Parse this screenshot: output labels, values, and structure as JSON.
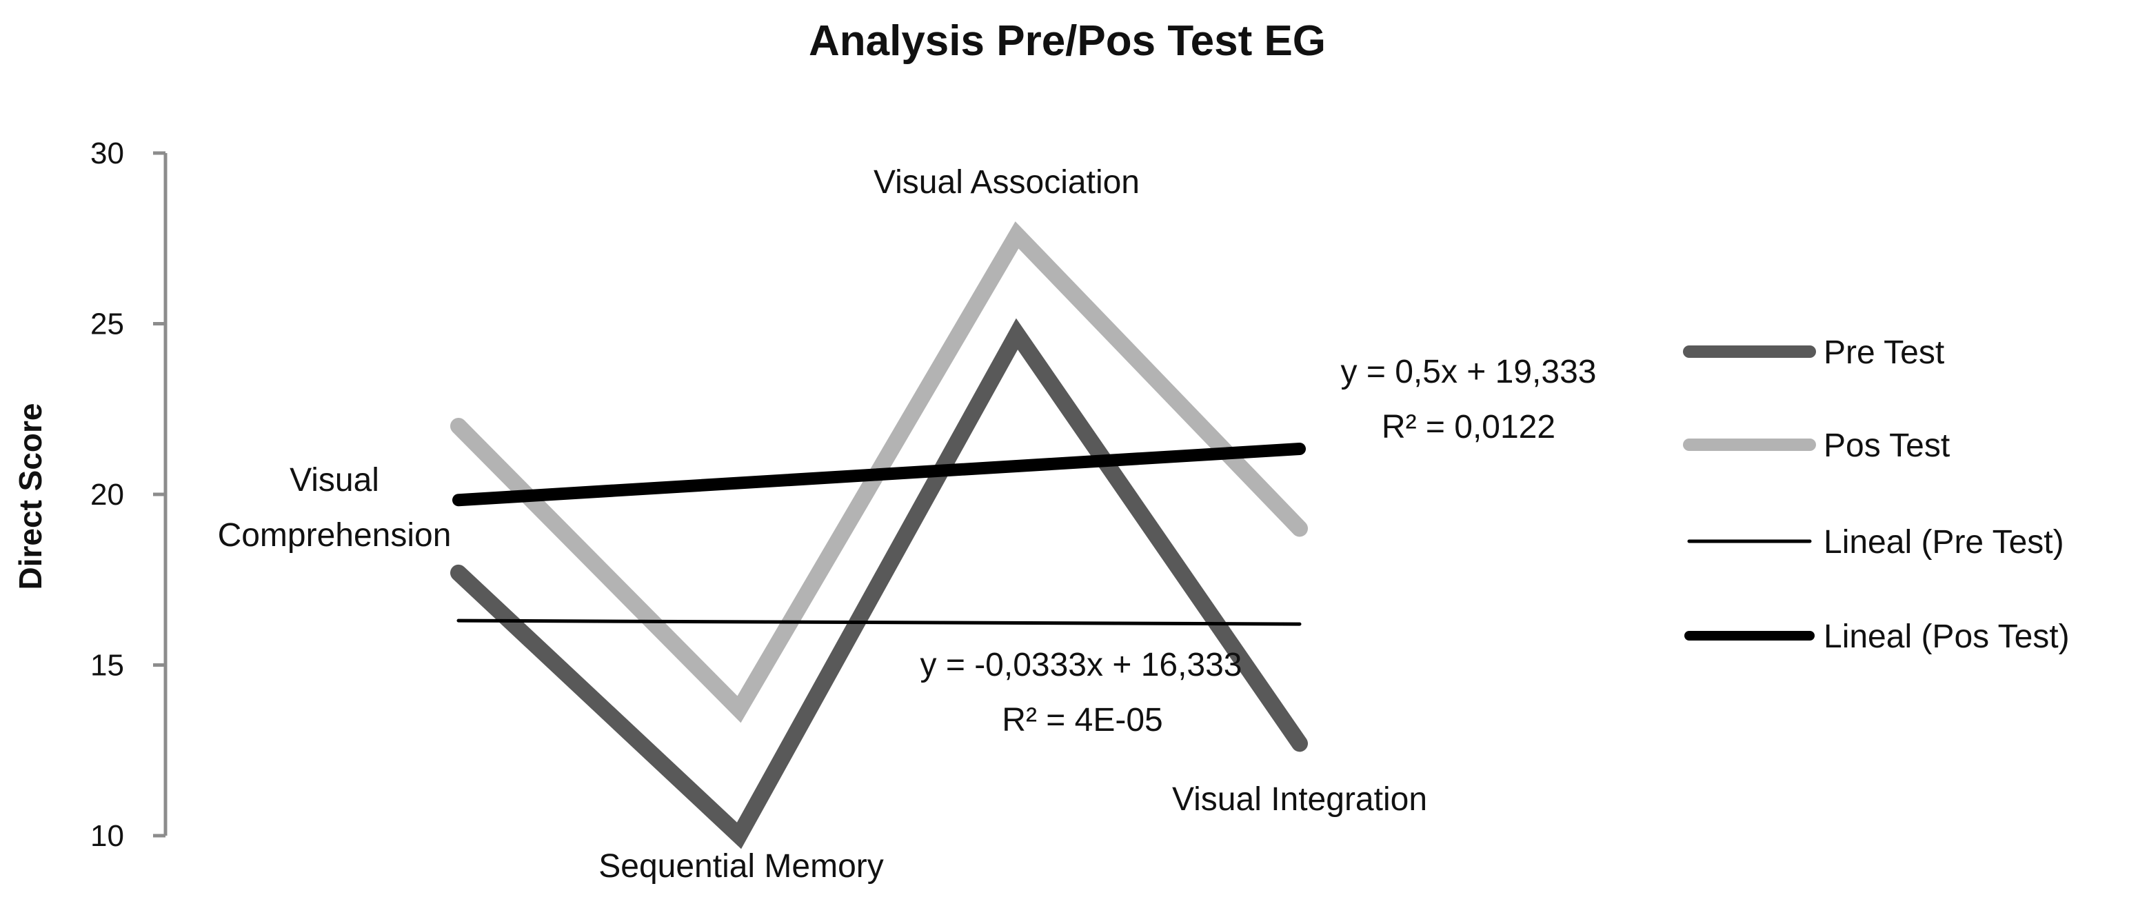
{
  "chart_data": {
    "type": "line",
    "title": "Analysis  Pre/Pos Test EG",
    "xlabel": "",
    "ylabel": "Direct Score",
    "ylim": [
      10,
      30
    ],
    "yticks": [
      10,
      15,
      20,
      25,
      30
    ],
    "grid": false,
    "legend_position": "right",
    "categories": [
      "Visual Comprehension",
      "Sequential Memory",
      "Visual Association",
      "Visual Integration"
    ],
    "category_label_lines": [
      [
        "Visual",
        "Comprehension"
      ],
      [
        "Sequential Memory"
      ],
      [
        "Visual Association"
      ],
      [
        "Visual Integration"
      ]
    ],
    "series": [
      {
        "name": "Pre Test",
        "values": [
          17.7,
          10.0,
          24.7,
          12.7
        ],
        "color": "#595959",
        "style": "thick"
      },
      {
        "name": "Pos Test",
        "values": [
          22.0,
          13.7,
          27.6,
          19.0
        ],
        "color": "#b3b3b3",
        "style": "thick"
      }
    ],
    "trendlines": [
      {
        "name": "Lineal (Pre Test)",
        "slope": -0.0333,
        "intercept": 16.333,
        "equation": "y = -0,0333x + 16,333",
        "r2": "R² = 4E-05",
        "color": "#000000",
        "style": "thin"
      },
      {
        "name": "Lineal (Pos Test)",
        "slope": 0.5,
        "intercept": 19.333,
        "equation": "y = 0,5x + 19,333",
        "r2": "R² = 0,0122",
        "color": "#000000",
        "style": "thick"
      }
    ],
    "legend": [
      "Pre Test",
      "Pos Test",
      "Lineal (Pre Test)",
      "Lineal (Pos Test)"
    ]
  }
}
